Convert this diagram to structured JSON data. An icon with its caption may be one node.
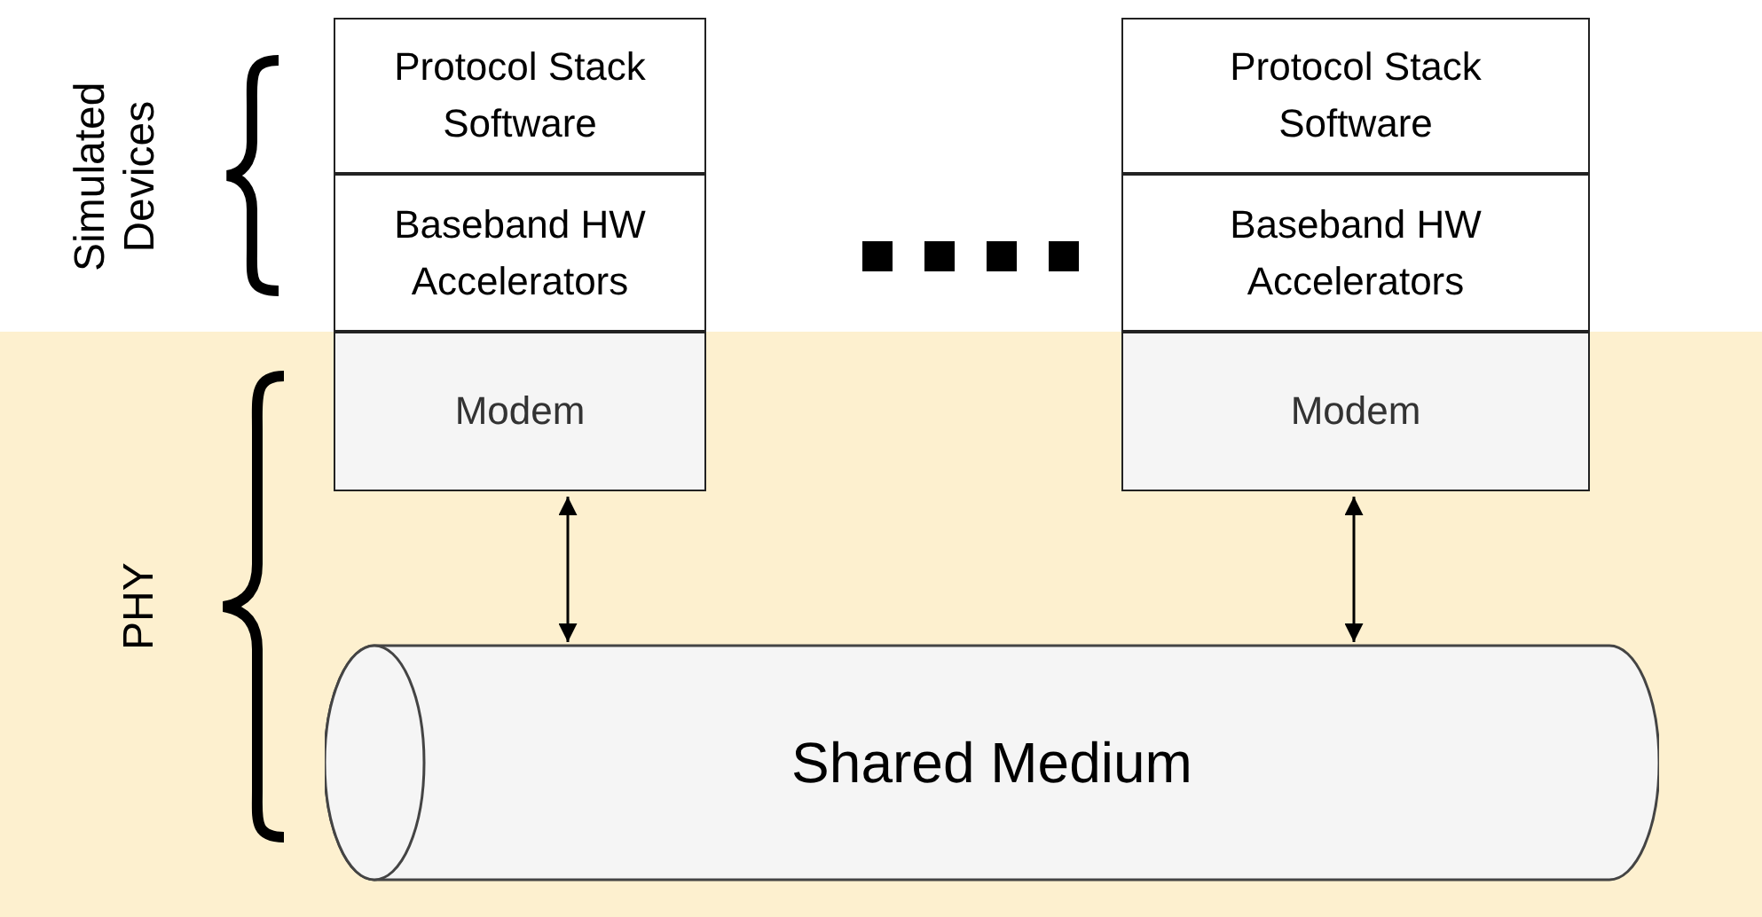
{
  "diagram": {
    "nodes": [
      {
        "text": [
          "Protocol Stack Software"
        ]
      },
      {
        "text": [
          "Baseband HW Accelerators"
        ]
      },
      {
        "text": [
          "Modem"
        ]
      },
      {
        "text": [
          "Protocol Stack Software"
        ]
      },
      {
        "text": [
          "Baseband HW Accelerators"
        ]
      },
      {
        "text": [
          "Modem"
        ]
      },
      {
        "text": [
          "Shared Medium"
        ]
      }
    ],
    "edges": [
      {
        "from": 2,
        "to": 6,
        "arrow": "both"
      },
      {
        "from": 5,
        "to": 6,
        "arrow": "both"
      }
    ],
    "labels": [
      "Simulated Devices",
      "PHY"
    ]
  }
}
